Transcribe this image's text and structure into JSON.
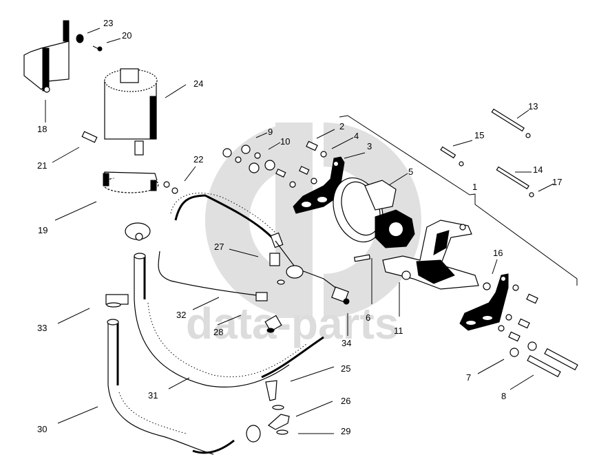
{
  "diagram": {
    "title": "Power steering pump assembly - exploded view",
    "watermark": {
      "text": "data-parts",
      "logo": "dp-circle-logo",
      "color": "#e0e0e0"
    },
    "callouts": [
      {
        "id": "1",
        "label": "1"
      },
      {
        "id": "2",
        "label": "2"
      },
      {
        "id": "3",
        "label": "3"
      },
      {
        "id": "4",
        "label": "4"
      },
      {
        "id": "5",
        "label": "5"
      },
      {
        "id": "6",
        "label": "6"
      },
      {
        "id": "7",
        "label": "7"
      },
      {
        "id": "8",
        "label": "8"
      },
      {
        "id": "9",
        "label": "9"
      },
      {
        "id": "10",
        "label": "10"
      },
      {
        "id": "11",
        "label": "11"
      },
      {
        "id": "13",
        "label": "13"
      },
      {
        "id": "14",
        "label": "14"
      },
      {
        "id": "15",
        "label": "15"
      },
      {
        "id": "16",
        "label": "16"
      },
      {
        "id": "17",
        "label": "17"
      },
      {
        "id": "18",
        "label": "18"
      },
      {
        "id": "19",
        "label": "19"
      },
      {
        "id": "20",
        "label": "20"
      },
      {
        "id": "21",
        "label": "21"
      },
      {
        "id": "22",
        "label": "22"
      },
      {
        "id": "23",
        "label": "23"
      },
      {
        "id": "24",
        "label": "24"
      },
      {
        "id": "25",
        "label": "25"
      },
      {
        "id": "26",
        "label": "26"
      },
      {
        "id": "27",
        "label": "27"
      },
      {
        "id": "28",
        "label": "28"
      },
      {
        "id": "29",
        "label": "29"
      },
      {
        "id": "30",
        "label": "30"
      },
      {
        "id": "31",
        "label": "31"
      },
      {
        "id": "32",
        "label": "32"
      },
      {
        "id": "33",
        "label": "33"
      },
      {
        "id": "34",
        "label": "34"
      }
    ]
  }
}
